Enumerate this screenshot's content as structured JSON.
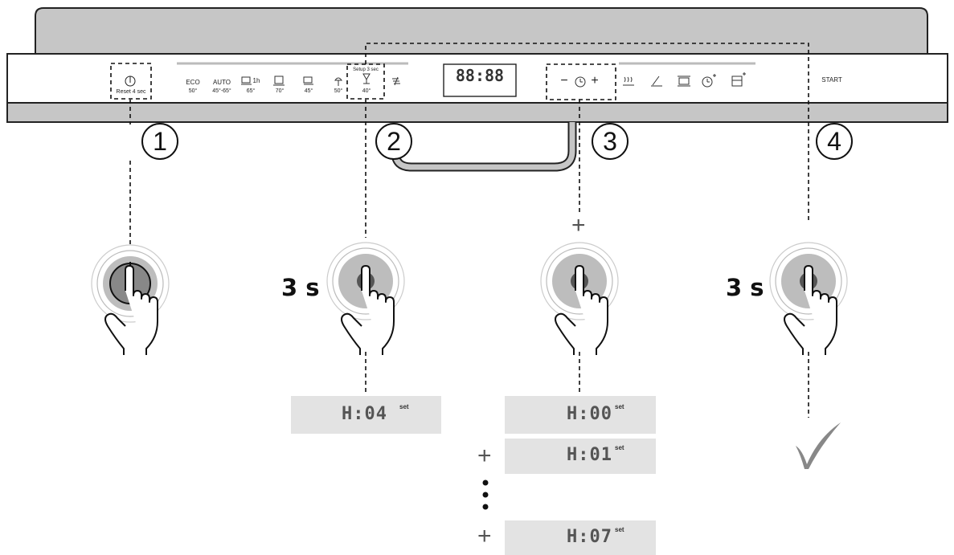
{
  "panel": {
    "power_label": "Reset 4 sec",
    "setup_label": "Setup 3 sec",
    "start_label": "START",
    "time_minus": "−",
    "time_plus": "+",
    "display_digits": "88:88",
    "programs": [
      {
        "name": "ECO",
        "temp": "50°"
      },
      {
        "name": "AUTO",
        "temp": "45°-65°"
      },
      {
        "name": "1h",
        "temp": "65°"
      },
      {
        "name": "",
        "temp": "70°"
      },
      {
        "name": "",
        "temp": "45°"
      },
      {
        "name": "",
        "temp": "50°"
      },
      {
        "name": "",
        "temp": "40°"
      }
    ]
  },
  "steps": [
    {
      "number": "1"
    },
    {
      "number": "2",
      "hold": "3 s"
    },
    {
      "number": "3",
      "prefix": "+"
    },
    {
      "number": "4",
      "hold": "3 s"
    }
  ],
  "readouts": {
    "step2": {
      "value": "H:04",
      "suffix": "set"
    },
    "step3": [
      {
        "prefix": "",
        "value": "H:00",
        "suffix": "set"
      },
      {
        "prefix": "+",
        "value": "H:01",
        "suffix": "set"
      },
      {
        "prefix": "+",
        "value": "H:07",
        "suffix": "set"
      }
    ]
  },
  "icons": [
    "power-icon",
    "wineglass-icon",
    "turbo-icon",
    "clock-icon",
    "half-load-icon",
    "basket-icon",
    "delay-icon",
    "extra-dry-icon",
    "check-icon"
  ]
}
